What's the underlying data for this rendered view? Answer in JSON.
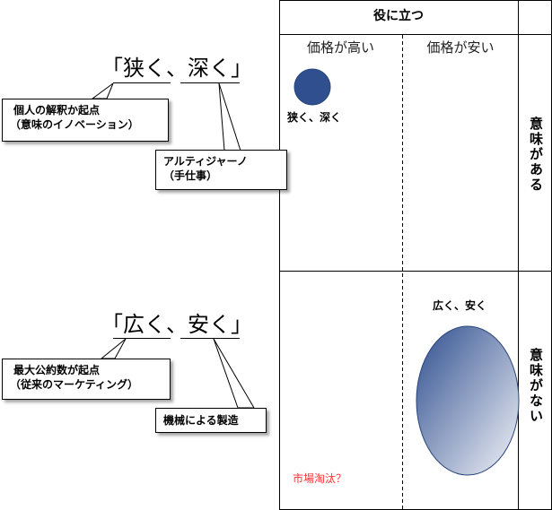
{
  "matrix": {
    "header": "役に立つ",
    "col_high_price": "価格が高い",
    "col_low_price": "価格が安い",
    "row_meaningful": "意味がある",
    "row_not_meaningful": "意味がない",
    "label_narrow_deep": "狭く、深く",
    "label_wide_cheap": "広く、安く",
    "market_note": "市場淘汰？",
    "market_note_color": "#ff3333",
    "circle_color": "#2f4f8f",
    "ellipse_gradient": [
      "#2f4f8f",
      "#f2f3f8"
    ]
  },
  "top_concept": {
    "heading": "「狭く、深く」",
    "callout_left_line1": "個人の解釈か起点",
    "callout_left_line2": "（意味のイノベーション）",
    "callout_right_line1": "アルティジャーノ",
    "callout_right_line2": "（手仕事）"
  },
  "bottom_concept": {
    "heading": "「広く、安く」",
    "callout_left_line1": "最大公約数が起点",
    "callout_left_line2": "（従来のマーケティング）",
    "callout_right": "機械による製造"
  }
}
